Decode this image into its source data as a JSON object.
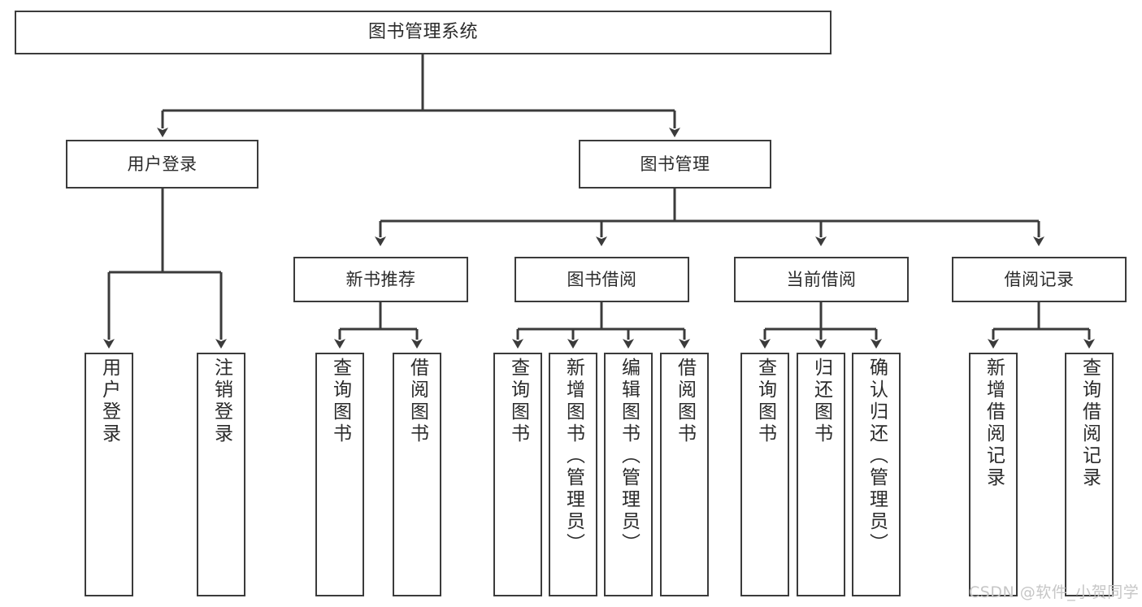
{
  "diagram": {
    "title": "图书管理系统",
    "type": "hierarchy-tree",
    "watermark": "CSDN @软件_小贺同学",
    "colors": {
      "box_border": "#3b3b3b",
      "box_fill": "#ffffff",
      "connector": "#3b3b3b",
      "text": "#2b2b2b",
      "watermark": "#c6c6c6",
      "background": "#ffffff"
    },
    "nodes": {
      "root": {
        "label": "图书管理系统"
      },
      "level2": [
        {
          "label": "用户登录"
        },
        {
          "label": "图书管理"
        }
      ],
      "level3": [
        {
          "label": "新书推荐"
        },
        {
          "label": "图书借阅"
        },
        {
          "label": "当前借阅"
        },
        {
          "label": "借阅记录"
        }
      ],
      "leaves": {
        "user_login": [
          {
            "label": "用户登录"
          },
          {
            "label": "注销登录"
          }
        ],
        "new_book": [
          {
            "label": "查询图书"
          },
          {
            "label": "借阅图书"
          }
        ],
        "book_borrow": [
          {
            "label": "查询图书"
          },
          {
            "label": "新增图书（管理员）"
          },
          {
            "label": "编辑图书（管理员）"
          },
          {
            "label": "借阅图书"
          }
        ],
        "current_borrow": [
          {
            "label": "查询图书"
          },
          {
            "label": "归还图书"
          },
          {
            "label": "确认归还（管理员）"
          }
        ],
        "borrow_record": [
          {
            "label": "新增借阅记录"
          },
          {
            "label": "查询借阅记录"
          }
        ]
      }
    }
  }
}
